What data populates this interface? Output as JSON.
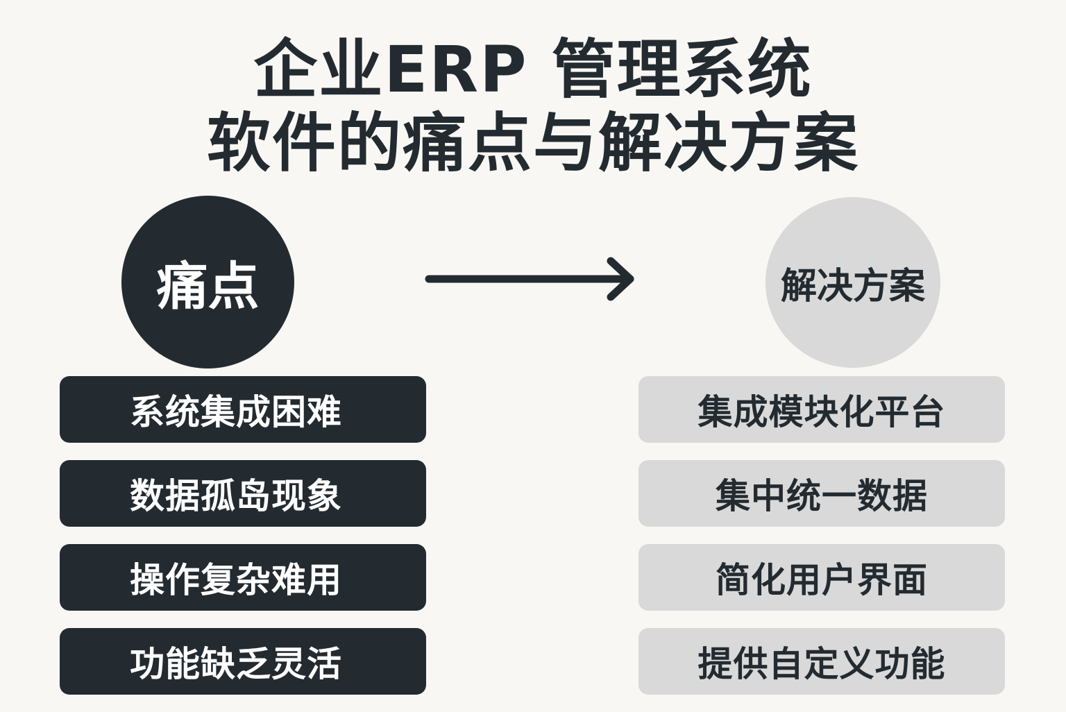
{
  "title": {
    "line1": "企业ERP 管理系统",
    "line2": "软件的痛点与解决方案"
  },
  "pain_circle": {
    "label": "痛点"
  },
  "solution_circle": {
    "label": "解决方案"
  },
  "arrow": {
    "icon": "arrow-right-icon",
    "direction": "right"
  },
  "pain_points": [
    {
      "label": "系统集成困难"
    },
    {
      "label": "数据孤岛现象"
    },
    {
      "label": "操作复杂难用"
    },
    {
      "label": "功能缺乏灵活"
    }
  ],
  "solutions": [
    {
      "label": "集成模块化平台"
    },
    {
      "label": "集中统一数据"
    },
    {
      "label": "简化用户界面"
    },
    {
      "label": "提供自定义功能"
    }
  ],
  "colors": {
    "background": "#f8f7f3",
    "dark": "#232b31",
    "light": "#d9d9d9",
    "white": "#ffffff"
  }
}
